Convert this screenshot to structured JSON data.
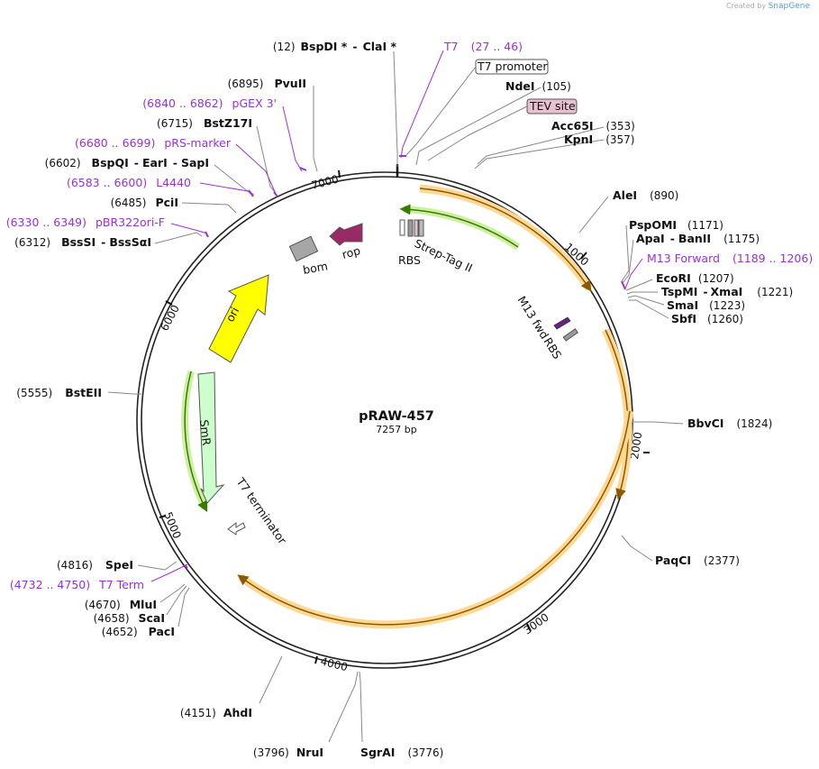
{
  "credit": {
    "prefix": "Created by",
    "brand": "SnapGene"
  },
  "plasmid": {
    "name": "pRAW-457",
    "size_label": "7257 bp",
    "length": 7257
  },
  "ticks": [
    "1000",
    "2000",
    "3000",
    "4000",
    "5000",
    "6000",
    "7000"
  ],
  "sites": [
    {
      "id": "bspdi-clai",
      "pos": "(12)",
      "names": [
        "BspDI *",
        "ClaI *"
      ]
    },
    {
      "id": "ndei",
      "pos": "(105)",
      "names": [
        "NdeI"
      ]
    },
    {
      "id": "acc65i",
      "pos": "(353)",
      "names": [
        "Acc65I"
      ]
    },
    {
      "id": "kpni",
      "pos": "(357)",
      "names": [
        "KpnI"
      ]
    },
    {
      "id": "alei",
      "pos": "(890)",
      "names": [
        "AleI"
      ]
    },
    {
      "id": "pspomi",
      "pos": "(1171)",
      "names": [
        "PspOMI"
      ]
    },
    {
      "id": "apai-banii",
      "pos": "(1175)",
      "names": [
        "ApaI",
        "BanII"
      ]
    },
    {
      "id": "ecori",
      "pos": "(1207)",
      "names": [
        "EcoRI"
      ]
    },
    {
      "id": "tspmi-xmai",
      "pos": "(1221)",
      "names": [
        "TspMI",
        "XmaI"
      ]
    },
    {
      "id": "smai",
      "pos": "(1223)",
      "names": [
        "SmaI"
      ]
    },
    {
      "id": "sbfi",
      "pos": "(1260)",
      "names": [
        "SbfI"
      ]
    },
    {
      "id": "bbvci",
      "pos": "(1824)",
      "names": [
        "BbvCI"
      ]
    },
    {
      "id": "paqci",
      "pos": "(2377)",
      "names": [
        "PaqCI"
      ]
    },
    {
      "id": "sgrai",
      "pos": "(3776)",
      "names": [
        "SgrAI"
      ]
    },
    {
      "id": "nrui",
      "pos": "(3796)",
      "names": [
        "NruI"
      ]
    },
    {
      "id": "ahdi",
      "pos": "(4151)",
      "names": [
        "AhdI"
      ]
    },
    {
      "id": "paci",
      "pos": "(4652)",
      "names": [
        "PacI"
      ]
    },
    {
      "id": "scai",
      "pos": "(4658)",
      "names": [
        "ScaI"
      ]
    },
    {
      "id": "mlui",
      "pos": "(4670)",
      "names": [
        "MluI"
      ]
    },
    {
      "id": "spei",
      "pos": "(4816)",
      "names": [
        "SpeI"
      ]
    },
    {
      "id": "bsteii",
      "pos": "(5555)",
      "names": [
        "BstEII"
      ]
    },
    {
      "id": "bsssi",
      "pos": "(6312)",
      "names": [
        "BssSI",
        "BssSαI"
      ]
    },
    {
      "id": "pcii",
      "pos": "(6485)",
      "names": [
        "PciI"
      ]
    },
    {
      "id": "bspqi",
      "pos": "(6602)",
      "names": [
        "BspQI",
        "EarI",
        "SapI"
      ]
    },
    {
      "id": "bstz17i",
      "pos": "(6715)",
      "names": [
        "BstZ17I"
      ]
    },
    {
      "id": "pvuii",
      "pos": "(6895)",
      "names": [
        "PvuII"
      ]
    }
  ],
  "primers": [
    {
      "id": "t7",
      "name": "T7",
      "range": "(27 .. 46)"
    },
    {
      "id": "m13-forward",
      "name": "M13 Forward",
      "range": "(1189 .. 1206)"
    },
    {
      "id": "t7-term",
      "name": "T7 Term",
      "range": "(4732 .. 4750)"
    },
    {
      "id": "pbr322ori-f",
      "name": "pBR322ori-F",
      "range": "(6330 .. 6349)"
    },
    {
      "id": "l4440",
      "name": "L4440",
      "range": "(6583 .. 6600)"
    },
    {
      "id": "prs-marker",
      "name": "pRS-marker",
      "range": "(6680 .. 6699)"
    },
    {
      "id": "pgex-3",
      "name": "pGEX 3'",
      "range": "(6840 .. 6862)"
    }
  ],
  "boxed_features": [
    {
      "id": "t7-promoter",
      "label": "T7 promoter",
      "fill": "#ffffff"
    },
    {
      "id": "tev-site",
      "label": "TEV site",
      "fill": "#e8c0cf"
    }
  ],
  "features": [
    {
      "id": "rbs-top",
      "label": "RBS"
    },
    {
      "id": "strep-tag",
      "label": "Strep-Tag II"
    },
    {
      "id": "m13-fwd",
      "label": "M13 fwd"
    },
    {
      "id": "rbs-right",
      "label": "RBS"
    },
    {
      "id": "rop",
      "label": "rop"
    },
    {
      "id": "bom",
      "label": "bom"
    },
    {
      "id": "ori",
      "label": "ori"
    },
    {
      "id": "smr",
      "label": "SmR"
    },
    {
      "id": "t7-terminator",
      "label": "T7 terminator"
    }
  ],
  "colors": {
    "ori": "#ffff00",
    "smr": "#ccffcc",
    "rop": "#992a66",
    "bom": "#a6a6a6",
    "orf_arc": "#ffd894",
    "strep_arc": "#cdf0a0",
    "primer": "#9b30d9"
  }
}
